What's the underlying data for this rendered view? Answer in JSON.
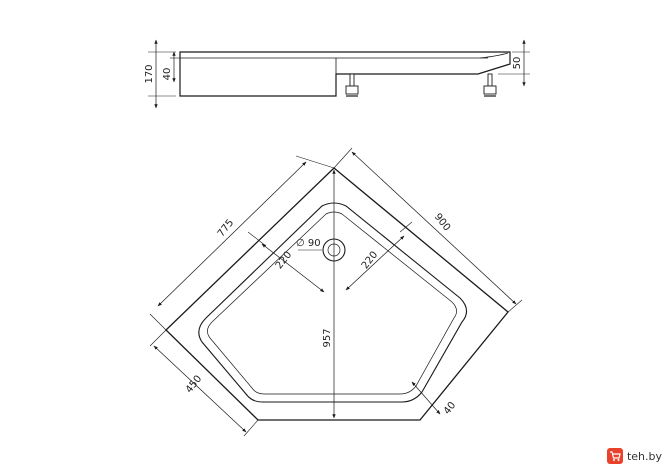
{
  "side_view": {
    "height_total": "170",
    "height_front": "40",
    "height_back": "50"
  },
  "plan_view": {
    "drain_diameter": "∅ 90",
    "drain_offset_left": "220",
    "drain_offset_right": "220",
    "side_long_left": "775",
    "side_long_right": "900",
    "depth": "957",
    "side_short": "450",
    "rim_width": "40"
  },
  "watermark": {
    "site": "teh.by",
    "icon": "cart-icon",
    "color": "#e8412c"
  }
}
